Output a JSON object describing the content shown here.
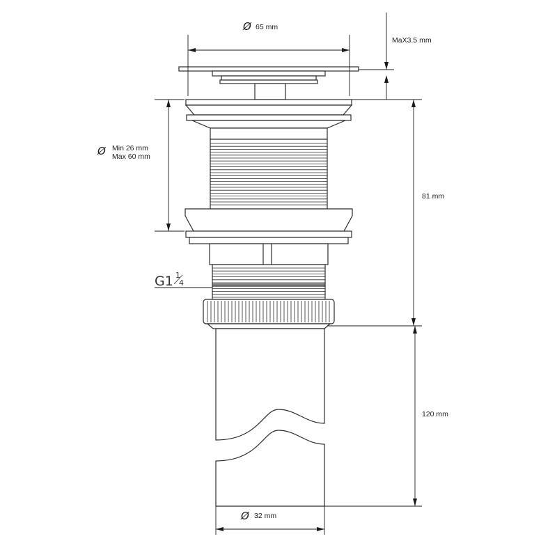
{
  "labels": {
    "dia_symbol": "Ø",
    "cap_diameter": "65 mm",
    "lift": "MaX3.5 mm",
    "basin_min": "Min 26 mm",
    "basin_max": "Max 60 mm",
    "body_length": "81 mm",
    "tail_length": "120 mm",
    "tail_diameter": "32 mm",
    "thread_main": "G1",
    "thread_num": "1",
    "thread_den": "4"
  },
  "colors": {
    "line": "#2b2b2b",
    "background": "#ffffff"
  }
}
